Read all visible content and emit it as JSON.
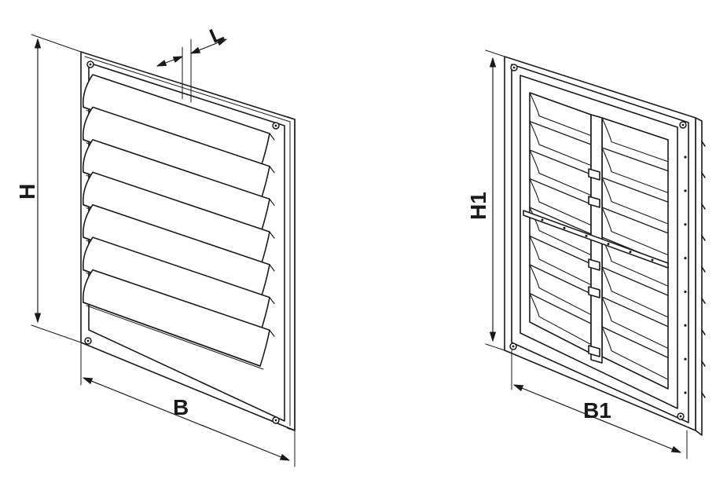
{
  "labels": {
    "front_length": "L",
    "front_height": "H",
    "front_width": "B",
    "back_height": "H1",
    "back_width": "B1"
  },
  "views": {
    "front": {
      "louver_count": 7
    },
    "back": {
      "slats_per_column": 8,
      "columns": 2
    }
  },
  "colors": {
    "line": "#1a1a1a",
    "fill": "#ffffff"
  }
}
